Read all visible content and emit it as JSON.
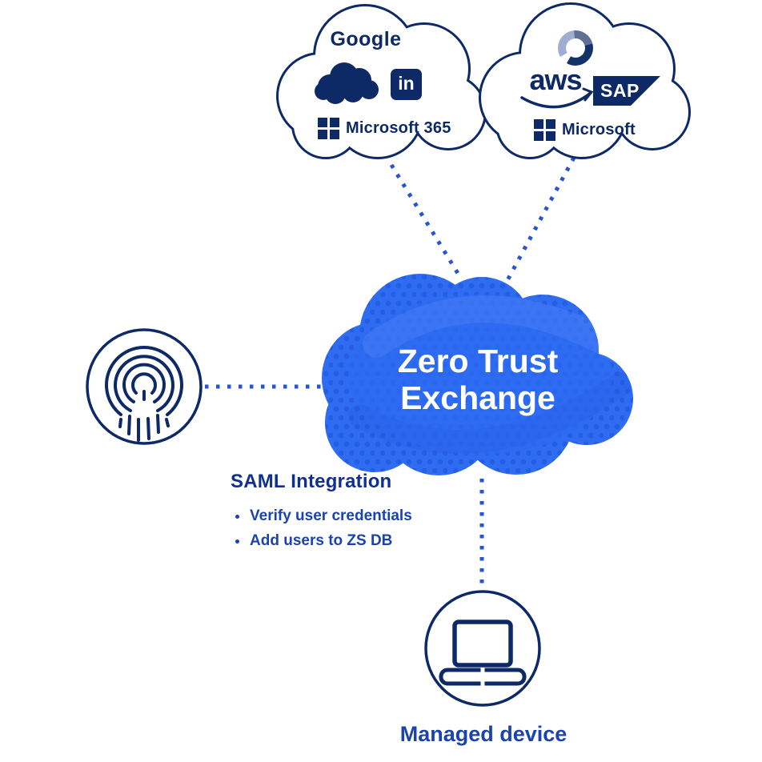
{
  "colors": {
    "outline_navy": "#0d2a66",
    "center_cloud_blue": "#2e6cf2",
    "halftone_dot_blue": "#1d4fd3",
    "connector_blue": "#2854cd",
    "saml_title_blue": "#10308f",
    "royal_text_blue": "#1a43ae",
    "white": "#ffffff"
  },
  "idp_cloud": {
    "google": "Google",
    "linkedin": "in",
    "microsoft_365": "Microsoft 365"
  },
  "app_cloud": {
    "aws": "aws",
    "sap": "SAP",
    "microsoft": "Microsoft"
  },
  "zero_trust_cloud": {
    "line1": "Zero Trust",
    "line2": "Exchange"
  },
  "saml": {
    "title": "SAML Integration",
    "bullets": [
      "Verify user credentials",
      "Add users to ZS DB"
    ]
  },
  "managed_device": {
    "label": "Managed device"
  }
}
